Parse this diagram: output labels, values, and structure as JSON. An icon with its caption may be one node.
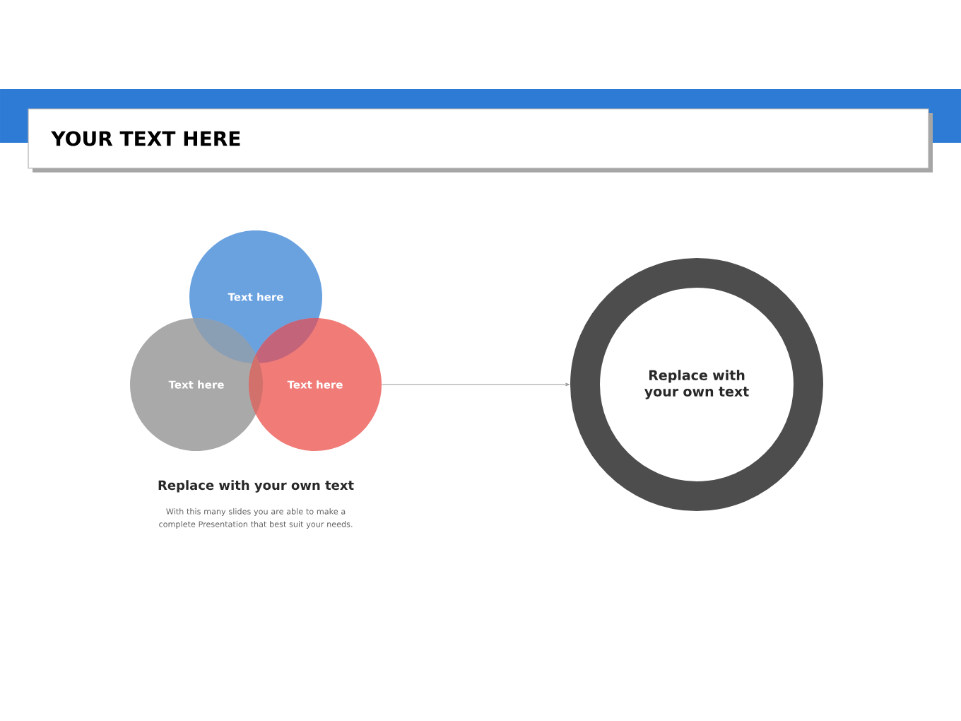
{
  "diagram": {
    "title": "YOUR TEXT HERE",
    "nodes": [
      {
        "text": [
          "Text here"
        ]
      },
      {
        "text": [
          "Text here"
        ]
      },
      {
        "text": [
          "Text here"
        ]
      },
      {
        "text": [
          "Replace with your own text"
        ]
      }
    ],
    "edges": [
      {
        "from": 2,
        "to": 3,
        "arrow": "to"
      }
    ],
    "labels": [
      "Replace with your own text",
      "With this many slides you are able to make a complete Presentation that best suit your needs."
    ]
  }
}
